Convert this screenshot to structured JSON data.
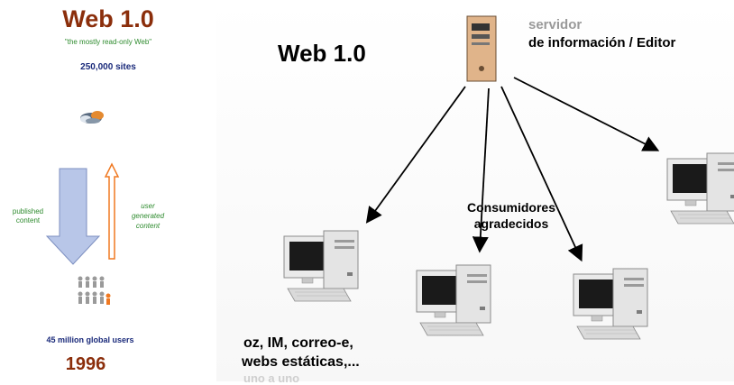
{
  "left": {
    "title": "Web 1.0",
    "subtitle": "\"the mostly read-only Web\"",
    "sites": "250,000 sites",
    "published_label": "published\ncontent",
    "user_generated_label": "user\ngenerated\ncontent",
    "users": "45 million global users",
    "year": "1996",
    "colors": {
      "title": "#8b2e0b",
      "blue_text": "#1a2a7a",
      "green_text": "#2e8b2e",
      "orange": "#f07820",
      "arrow_blue": "#b8c6e8"
    }
  },
  "right": {
    "title": "Web 1.0",
    "server_label_line1": "servidor",
    "server_label_line2": "de información / Editor",
    "consumers_line1": "Consumidores",
    "consumers_line2": "agradecidos",
    "bottom_line1": "oz, IM, correo-e,",
    "bottom_line2": "webs estáticas,...",
    "bottom_line3": "uno a uno"
  },
  "icons": {
    "server": "server-tower-icon",
    "computer": "desktop-computer-icon",
    "cloud": "cloud-icon",
    "people": "people-group-icon"
  }
}
